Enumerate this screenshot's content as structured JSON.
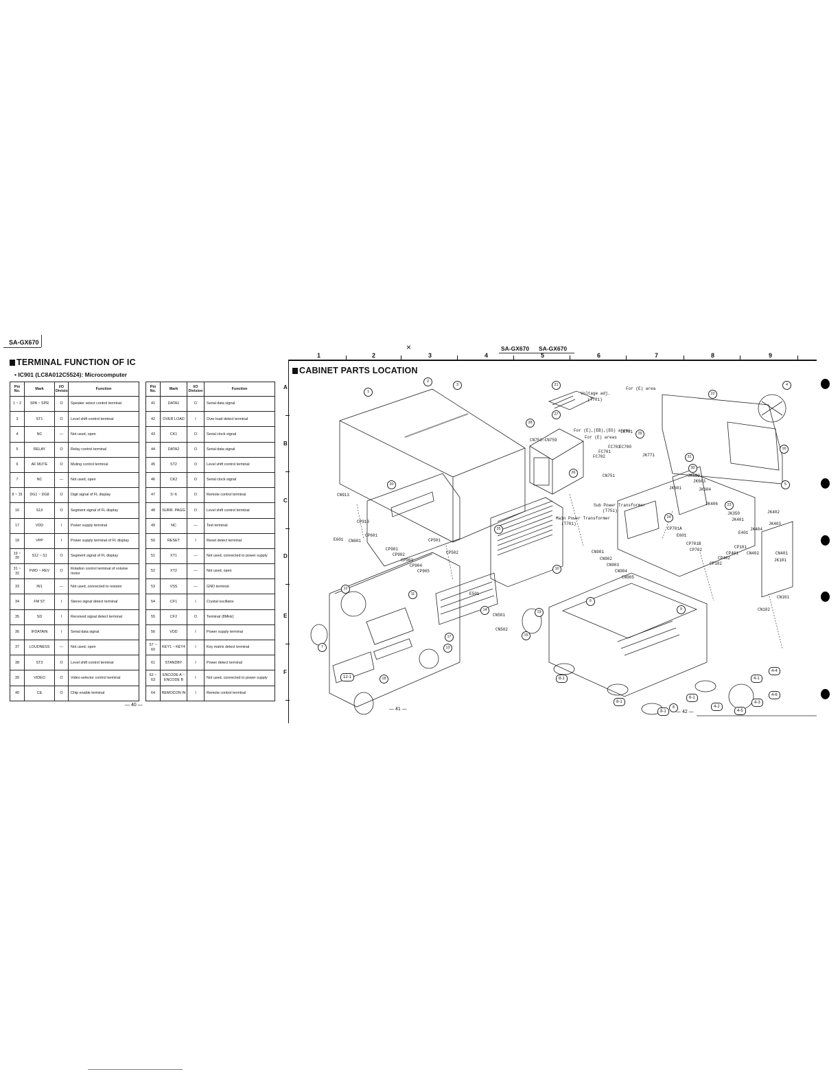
{
  "header": {
    "model_left": "SA-GX670",
    "model_right_1": "SA-GX670",
    "model_right_2": "SA-GX670",
    "cross_mark": "×"
  },
  "terminal_section": {
    "title": "TERMINAL FUNCTION OF IC",
    "subtitle": "• IC901 (LC8A012C5524): Microcomputer",
    "columns": [
      "Pin No.",
      "Mark",
      "I/O Division",
      "Function"
    ],
    "left_rows": [
      {
        "pin": "1 ~ 2",
        "mark": "SPA ~ SPR",
        "io": "O",
        "func": "Speaker select control terminal"
      },
      {
        "pin": "3",
        "mark": "ST1",
        "io": "O",
        "func": "Level shift control terminal"
      },
      {
        "pin": "4",
        "mark": "NC",
        "io": "—",
        "func": "Not used, open"
      },
      {
        "pin": "5",
        "mark": "RELAY",
        "io": "O",
        "func": "Relay control terminal"
      },
      {
        "pin": "6",
        "mark": "AF MUTE",
        "io": "O",
        "func": "Muting control terminal"
      },
      {
        "pin": "7",
        "mark": "NC",
        "io": "—",
        "func": "Not used, open"
      },
      {
        "pin": "8 ~ 15",
        "mark": "DG1 ~ DG8",
        "io": "O",
        "func": "Digit signal of FL display"
      },
      {
        "pin": "16",
        "mark": "S13",
        "io": "O",
        "func": "Segment signal of FL display"
      },
      {
        "pin": "17",
        "mark": "VDD",
        "io": "I",
        "func": "Power supply terminal"
      },
      {
        "pin": "18",
        "mark": "VPP",
        "io": "I",
        "func": "Power supply terminal of FL display"
      },
      {
        "pin": "19 ~ 30",
        "mark": "S12 ~ S1",
        "io": "O",
        "func": "Segment signal of FL display"
      },
      {
        "pin": "31 ~ 32",
        "mark": "FWD ~ REV",
        "io": "O",
        "func": "Rotation control terminal of volume motor"
      },
      {
        "pin": "33",
        "mark": "IN1",
        "io": "—",
        "func": "Not used, connected to resistor"
      },
      {
        "pin": "34",
        "mark": "FM ST",
        "io": "I",
        "func": "Stereo signal detect terminal"
      },
      {
        "pin": "35",
        "mark": "SD",
        "io": "I",
        "func": "Received signal detect terminal"
      },
      {
        "pin": "36",
        "mark": "IFDATAIN",
        "io": "I",
        "func": "Serial data signal"
      },
      {
        "pin": "37",
        "mark": "LOUDNESS",
        "io": "—",
        "func": "Not used, open"
      },
      {
        "pin": "38",
        "mark": "ST3",
        "io": "O",
        "func": "Level shift control terminal"
      },
      {
        "pin": "39",
        "mark": "VIDEO",
        "io": "O",
        "func": "Video selector control terminal"
      },
      {
        "pin": "40",
        "mark": "CE",
        "io": "O",
        "func": "Chip enable terminal"
      }
    ],
    "right_rows": [
      {
        "pin": "41",
        "mark": "DATA1",
        "io": "O",
        "func": "Serial data signal"
      },
      {
        "pin": "42",
        "mark": "OVER LOAD",
        "io": "I",
        "func": "Over load detect terminal"
      },
      {
        "pin": "43",
        "mark": "CK1",
        "io": "O",
        "func": "Serial clock signal"
      },
      {
        "pin": "44",
        "mark": "DATA2",
        "io": "O",
        "func": "Serial data signal"
      },
      {
        "pin": "45",
        "mark": "ST2",
        "io": "O",
        "func": "Level shift control terminal"
      },
      {
        "pin": "46",
        "mark": "CK2",
        "io": "O",
        "func": "Serial clock signal"
      },
      {
        "pin": "47",
        "mark": "S~6",
        "io": "O",
        "func": "Remote control terminal"
      },
      {
        "pin": "48",
        "mark": "SURR. PAGG",
        "io": "O",
        "func": "Level shift control terminal"
      },
      {
        "pin": "49",
        "mark": "NC",
        "io": "—",
        "func": "Test terminal"
      },
      {
        "pin": "50",
        "mark": "RESET",
        "io": "I",
        "func": "Reset detect terminal"
      },
      {
        "pin": "51",
        "mark": "XT1",
        "io": "—",
        "func": "Not used, connected to power supply"
      },
      {
        "pin": "52",
        "mark": "XT2",
        "io": "—",
        "func": "Not used, open"
      },
      {
        "pin": "53",
        "mark": "VSS",
        "io": "—",
        "func": "GND terminal"
      },
      {
        "pin": "54",
        "mark": "CF1",
        "io": "I",
        "func": "Crystal oscillator"
      },
      {
        "pin": "55",
        "mark": "CF2",
        "io": "O",
        "func": "Terminal (8MHz)"
      },
      {
        "pin": "56",
        "mark": "VDD",
        "io": "I",
        "func": "Power supply terminal"
      },
      {
        "pin": "57 ~ 60",
        "mark": "KEY1 ~ KEY4",
        "io": "I",
        "func": "Key matrix detect terminal"
      },
      {
        "pin": "61",
        "mark": "STANDBY",
        "io": "I",
        "func": "Power detect terminal"
      },
      {
        "pin": "62 ~ 63",
        "mark": "ENCODE A ~ ENCODE B",
        "io": "I",
        "func": "Not used, connected to power supply"
      },
      {
        "pin": "64",
        "mark": "REMOCON IN",
        "io": "I",
        "func": "Remote control terminal"
      }
    ],
    "page_number": "— 40 —"
  },
  "cabinet_section": {
    "title": "CABINET PARTS LOCATION",
    "column_numbers": [
      "1",
      "2",
      "3",
      "4",
      "5",
      "6",
      "7",
      "8",
      "9"
    ],
    "row_letters": [
      "A",
      "B",
      "C",
      "D",
      "E",
      "F"
    ],
    "page_number_left": "— 41 —",
    "page_number_right": "— 42 —",
    "labels": {
      "voltage_adj": "Voltage adj.",
      "t701": "(T701)",
      "main_transformer": "Main Power Transformer",
      "main_transformer_ref": "(T701)",
      "sub_transformer": "Sub Power Transformer",
      "sub_transformer_ref": "(T751)",
      "for_areas_1": "For (E) area",
      "for_areas_2": "For (E),(EB),(EG) areas",
      "for_areas_3": "For (E) areas",
      "cn753": "CN753~CN759",
      "jk701": "JK701",
      "jk771": "JK771",
      "cn751": "CN751",
      "jk602": "JK602",
      "jk603": "JK603",
      "jk601": "JK601",
      "jk604": "JK604",
      "jk406": "JK406",
      "jk350": "JK350",
      "jk401": "JK401",
      "jk402": "JK402",
      "jk403": "JK403",
      "jk404": "JK404",
      "e401": "E401",
      "cp101": "CP101",
      "cp401": "CP401",
      "cn402": "CN402",
      "cn401": "CN401",
      "jk101": "JK101",
      "cn101": "CN101",
      "cn102": "CN102",
      "cp402": "CP402",
      "cp102": "CP102",
      "cp701a": "CP701A",
      "e601": "E601",
      "cp701b": "CP701B",
      "cp702": "CP702",
      "cn901": "CN901",
      "cn902": "CN902",
      "cn903": "CN903",
      "cn904": "CN904",
      "cn905": "CN905",
      "cn913": "CN913",
      "cp913": "CP913",
      "cp601": "CP601",
      "cn601": "CN601",
      "e601b": "E601",
      "cp901": "CP901",
      "cp902": "CP902",
      "cp903": "CP903",
      "cp904": "CP904",
      "cp905": "CP905",
      "cp501": "CP501",
      "cp502": "CP502",
      "e501": "E501",
      "cn501": "CN501",
      "cn502": "CN502",
      "fc701": "FC701",
      "fc702": "FC702",
      "fc703": "FC703",
      "fc700": "FC700"
    },
    "circled_parts": [
      "1",
      "2",
      "3",
      "4",
      "5",
      "6",
      "7",
      "8",
      "9",
      "10",
      "11",
      "12",
      "13",
      "14",
      "15",
      "16",
      "17",
      "18",
      "19",
      "20",
      "21",
      "22",
      "23",
      "24",
      "25",
      "26",
      "27",
      "28",
      "29",
      "30",
      "31"
    ],
    "boxed_parts": [
      "12-1",
      "8-1",
      "8-1",
      "8-1",
      "6-1",
      "4-1",
      "4-2",
      "4-3",
      "4-4",
      "4-5",
      "4-6"
    ]
  }
}
